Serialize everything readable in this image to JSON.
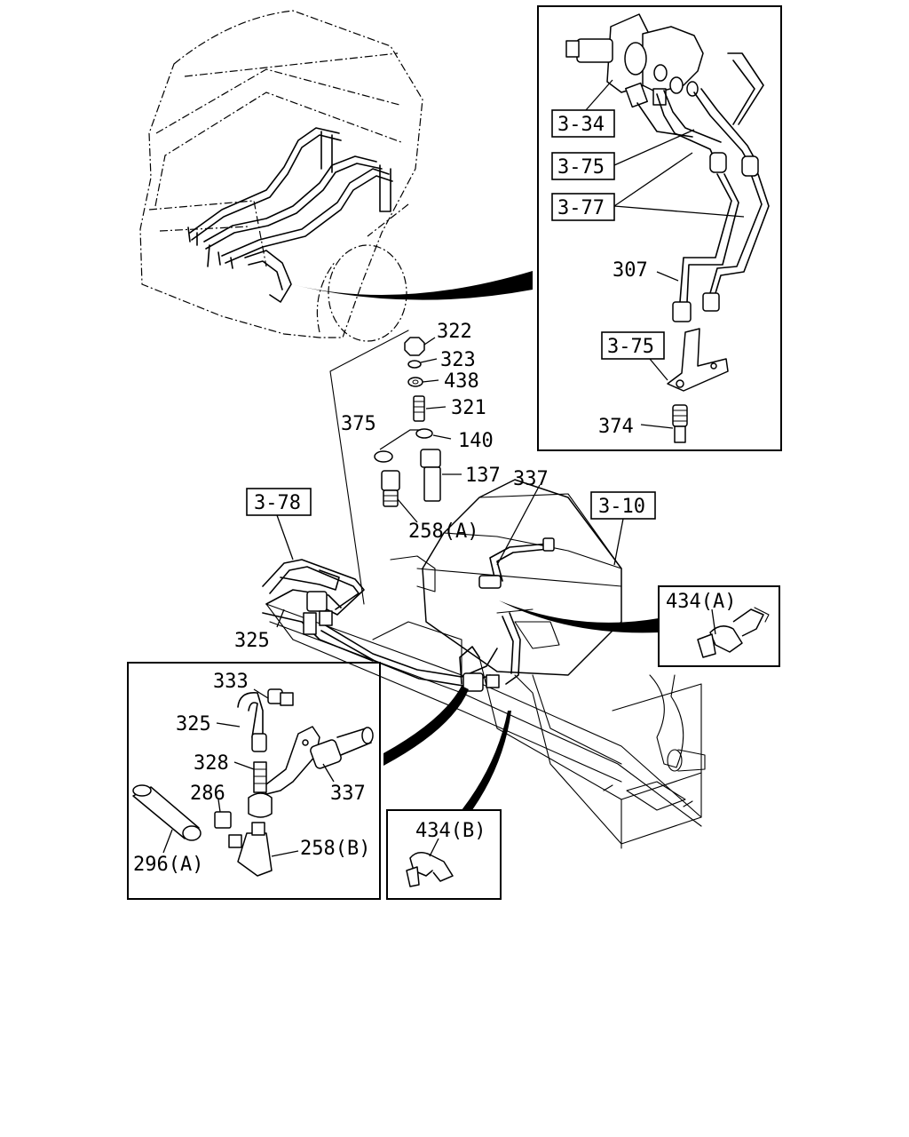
{
  "labels": {
    "ref_3_34": "3-34",
    "ref_3_75_top": "3-75",
    "ref_3_77": "3-77",
    "p307": "307",
    "ref_3_75_bracket": "3-75",
    "p374": "374",
    "p322": "322",
    "p323": "323",
    "p438": "438",
    "p321": "321",
    "p375": "375",
    "p140": "140",
    "p137": "137",
    "p337_top": "337",
    "p258a": "258(A)",
    "ref_3_78": "3-78",
    "ref_3_10": "3-10",
    "p325_main": "325",
    "p434a": "434(A)",
    "p333": "333",
    "p325_inset": "325",
    "p328": "328",
    "p286": "286",
    "p337_inset": "337",
    "p258b": "258(B)",
    "p296a": "296(A)",
    "p434b": "434(B)"
  }
}
